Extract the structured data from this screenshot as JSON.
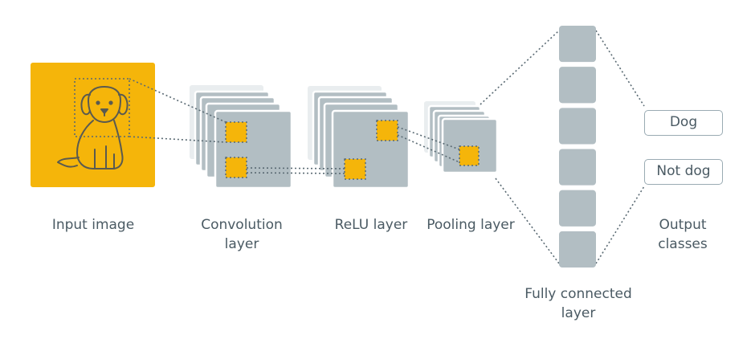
{
  "labels": {
    "input": "Input image",
    "conv": [
      "Convolution",
      "layer"
    ],
    "relu": "ReLU layer",
    "pool": "Pooling layer",
    "fc": [
      "Fully connected",
      "layer"
    ],
    "output": [
      "Output",
      "classes"
    ]
  },
  "classes": [
    "Dog",
    "Not dog"
  ],
  "fc_units": 6,
  "icons": {
    "input_image": "dog-icon"
  },
  "colors": {
    "accent": "#F5B50A",
    "feature_map": "#B2BEC3",
    "feature_map_back": "#E9EDEF",
    "connector": "#5a6a73",
    "text": "#4A5A63",
    "border": "#9AABB3"
  }
}
